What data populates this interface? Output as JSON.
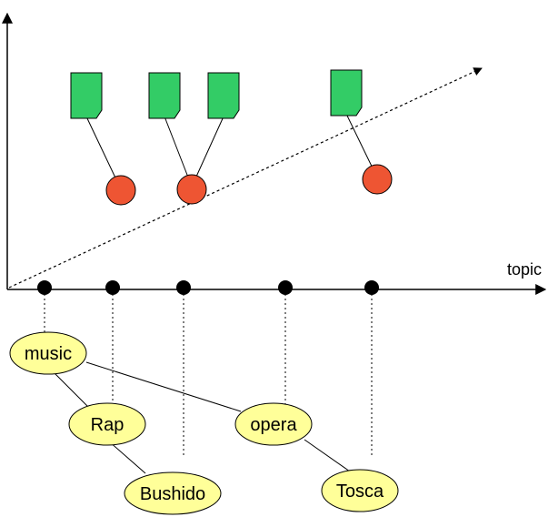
{
  "axis": {
    "label": "topic"
  },
  "concepts": [
    {
      "id": "music",
      "label": "music"
    },
    {
      "id": "rap",
      "label": "Rap"
    },
    {
      "id": "opera",
      "label": "opera"
    },
    {
      "id": "bushido",
      "label": "Bushido"
    },
    {
      "id": "tosca",
      "label": "Tosca"
    }
  ],
  "colors": {
    "document": "#33cc66",
    "entity": "#ee5533",
    "concept": "#ffff99",
    "line": "#000000"
  }
}
